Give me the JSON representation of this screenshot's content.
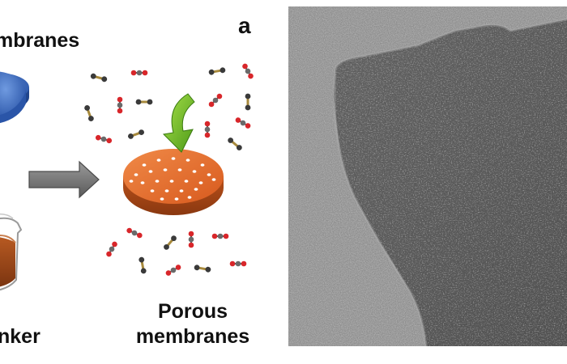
{
  "labels": {
    "top_left": "mbranes",
    "bottom_left": "nker",
    "panel_letter": "a",
    "porous_line1": "Porous",
    "porous_line2": "membranes"
  },
  "colors": {
    "membrane_blue": "#3b6ec6",
    "membrane_orange": "#e06a2c",
    "solution_brown": "#9a4a1a",
    "arrow_gray": "#707070",
    "arrow_green": "#6cbf2a",
    "atom_red": "#d8262a",
    "atom_gray": "#6a6a6a",
    "linker_gold": "#a88a3c",
    "tem_background": "#8e8e8e"
  },
  "icons": {
    "process_arrow": "right-arrow-icon",
    "gas_flow_arrow": "curved-green-arrow-icon",
    "co2_molecule": "co2-molecule-icon",
    "h2_molecule": "h2-molecule-icon"
  }
}
